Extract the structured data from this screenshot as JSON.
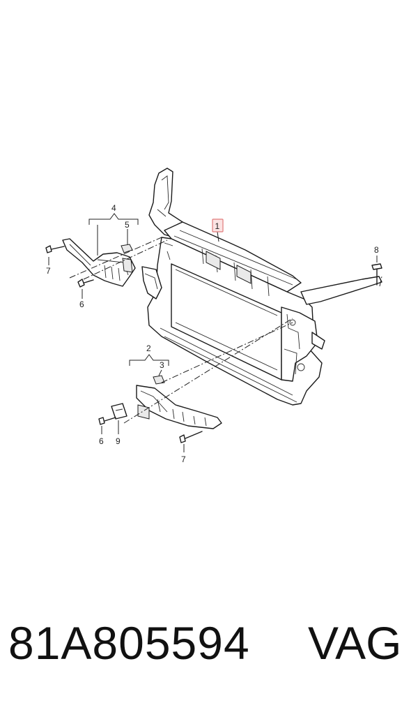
{
  "callouts": {
    "c1": "1",
    "c2": "2",
    "c3": "3",
    "c4": "4",
    "c5": "5",
    "c6a": "6",
    "c6b": "6",
    "c7a": "7",
    "c7b": "7",
    "c8": "8",
    "c9": "9"
  },
  "footer": {
    "part_number": "81A805594",
    "brand": "VAG"
  },
  "colors": {
    "highlight_box": "#e07a7a",
    "highlight_fill": "#fbe3e3"
  }
}
